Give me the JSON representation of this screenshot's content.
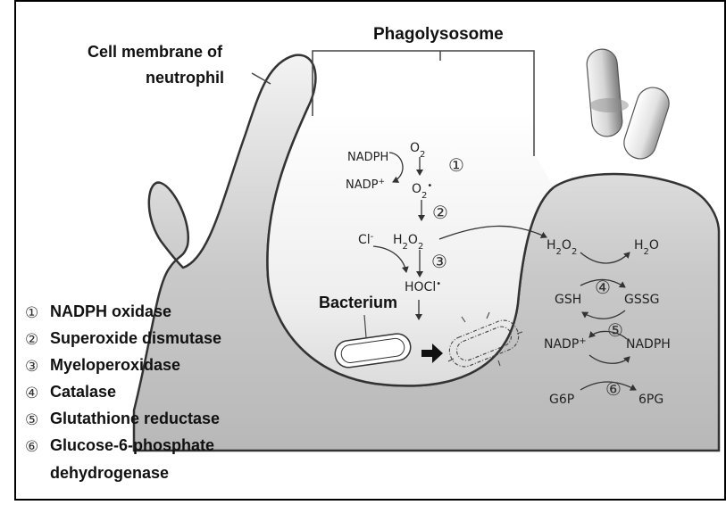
{
  "labels": {
    "cell_membrane_line1": "Cell membrane of",
    "cell_membrane_line2": "neutrophil",
    "phagolysosome": "Phagolysosome",
    "bacterium": "Bacterium"
  },
  "pathway": {
    "nadph": "NADPH",
    "nadp_plus": "NADP",
    "o2": "O",
    "o2_radical": "O",
    "cl_minus": "Cl",
    "h2o2_center": "H",
    "hocl": "HOCl",
    "h2o2_right": "H",
    "h2o": "H",
    "gsh": "GSH",
    "gssg": "GSSG",
    "nadp_plus_right": "NADP",
    "nadph_right": "NADPH",
    "g6p": "G6P",
    "pg6": "6PG"
  },
  "step_markers": [
    "①",
    "②",
    "③",
    "④",
    "⑤",
    "⑥"
  ],
  "legend": [
    {
      "marker": "①",
      "text": "NADPH oxidase"
    },
    {
      "marker": "②",
      "text": "Superoxide dismutase"
    },
    {
      "marker": "③",
      "text": "Myeloperoxidase"
    },
    {
      "marker": "④",
      "text": "Catalase"
    },
    {
      "marker": "⑤",
      "text": "Glutathione reductase"
    },
    {
      "marker": "⑥",
      "text": "Glucose-6-phosphate"
    }
  ],
  "legend_continuation": "dehydrogenase"
}
